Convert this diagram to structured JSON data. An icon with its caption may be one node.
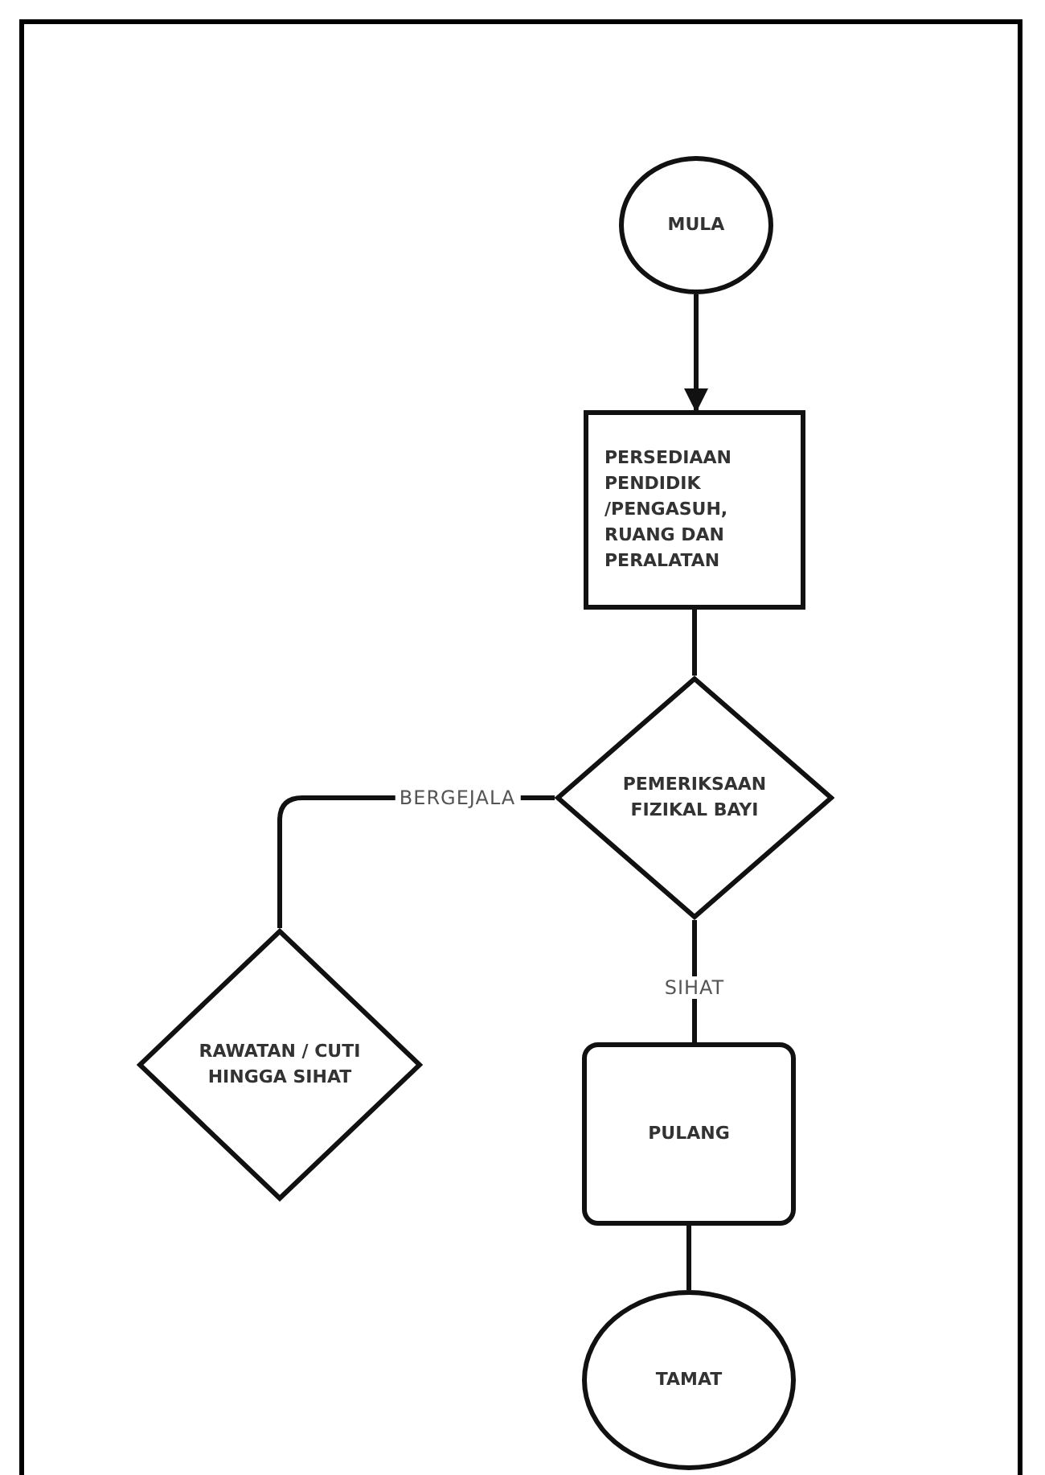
{
  "diagram": {
    "nodes": [
      {
        "text": [
          "MULA"
        ]
      },
      {
        "text": [
          "PERSEDIAAN PENDIDIK /PENGASUH, RUANG DAN PERALATAN"
        ]
      },
      {
        "text": [
          "PEMERIKSAAN FIZIKAL BAYI"
        ]
      },
      {
        "text": [
          "RAWATAN / CUTI HINGGA SIHAT"
        ]
      },
      {
        "text": [
          "PULANG"
        ]
      },
      {
        "text": [
          "TAMAT"
        ]
      }
    ],
    "edges": [
      {
        "from": 0,
        "to": 1,
        "arrow": "to"
      },
      {
        "from": 1,
        "to": 2,
        "arrow": "none"
      },
      {
        "from": 2,
        "to": 3,
        "arrow": "none",
        "label": "BERGEJALA"
      },
      {
        "from": 2,
        "to": 4,
        "arrow": "none",
        "label": "SIHAT"
      },
      {
        "from": 4,
        "to": 5,
        "arrow": "none"
      }
    ]
  }
}
